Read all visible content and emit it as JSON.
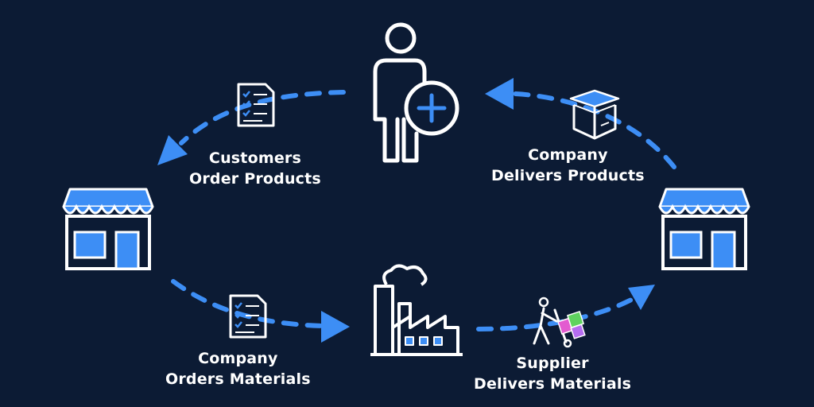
{
  "diagram": {
    "colors": {
      "background": "#0c1b34",
      "accent": "#3d8ef5",
      "line": "#ffffff"
    },
    "nodes": [
      {
        "id": "customer",
        "icon": "customer-plus-icon"
      },
      {
        "id": "store-left",
        "icon": "store-icon"
      },
      {
        "id": "store-right",
        "icon": "store-icon"
      },
      {
        "id": "factory",
        "icon": "factory-icon"
      }
    ],
    "steps": [
      {
        "id": "customers-order",
        "icon": "checklist-icon",
        "lines": [
          "Customers",
          "Order Products"
        ]
      },
      {
        "id": "company-delivers",
        "icon": "package-box-icon",
        "lines": [
          "Company",
          "Delivers Products"
        ]
      },
      {
        "id": "company-orders",
        "icon": "checklist-icon",
        "lines": [
          "Company",
          "Orders Materials"
        ]
      },
      {
        "id": "supplier-delivers",
        "icon": "delivery-person-icon",
        "lines": [
          "Supplier",
          "Delivers Materials"
        ]
      }
    ]
  }
}
